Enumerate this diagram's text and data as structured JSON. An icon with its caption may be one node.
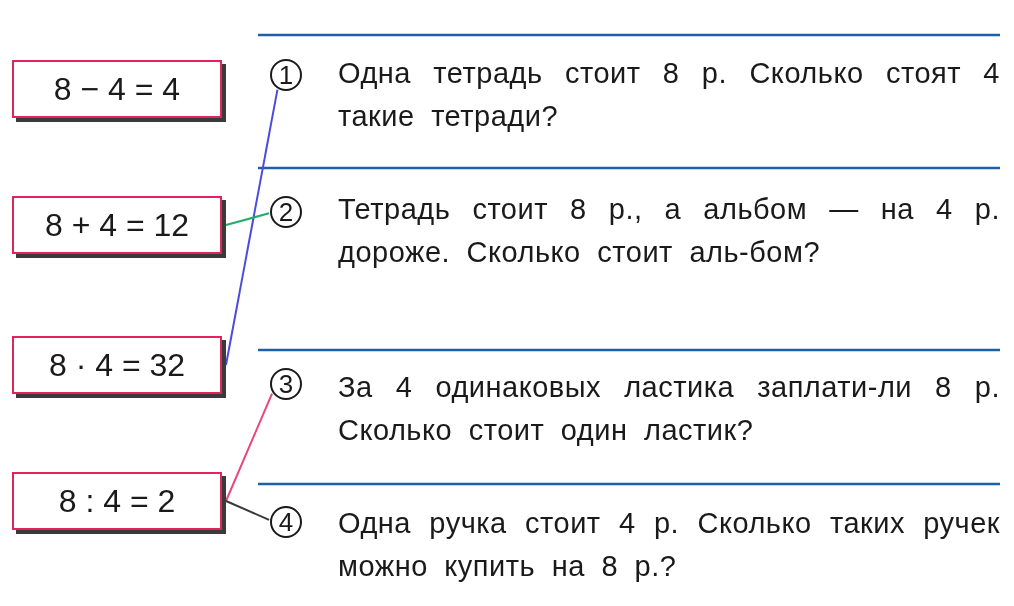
{
  "diagram": {
    "nodes": [
      {
        "text": [
          "8 − 4 = 4"
        ]
      },
      {
        "text": [
          "8 + 4 = 12"
        ]
      },
      {
        "text": [
          "8 · 4 = 32"
        ]
      },
      {
        "text": [
          "8 : 4 = 2"
        ]
      },
      {
        "text": [
          "1"
        ]
      },
      {
        "text": [
          "2"
        ]
      },
      {
        "text": [
          "3"
        ]
      },
      {
        "text": [
          "4"
        ]
      }
    ],
    "edges": [
      {
        "from": 2,
        "to": 4,
        "arrow": "none",
        "color": "#4b4bdc"
      },
      {
        "from": 1,
        "to": 5,
        "arrow": "none",
        "color": "#1fae6a"
      },
      {
        "from": 3,
        "to": 6,
        "arrow": "none",
        "color": "#e8467c"
      },
      {
        "from": 3,
        "to": 7,
        "arrow": "none",
        "color": "#3a3a3a"
      }
    ],
    "labels": [
      "Одна тетрадь стоит 8 р. Сколько стоят 4 такие тетради?",
      "Тетрадь стоит 8 р., а альбом — на 4 р. дороже. Сколько стоит аль-бом?",
      "За 4 одинаковых ластика заплати-ли 8 р. Сколько стоит один ластик?",
      "Одна ручка стоит 4 р. Сколько таких ручек можно купить на 8 р.?"
    ]
  }
}
